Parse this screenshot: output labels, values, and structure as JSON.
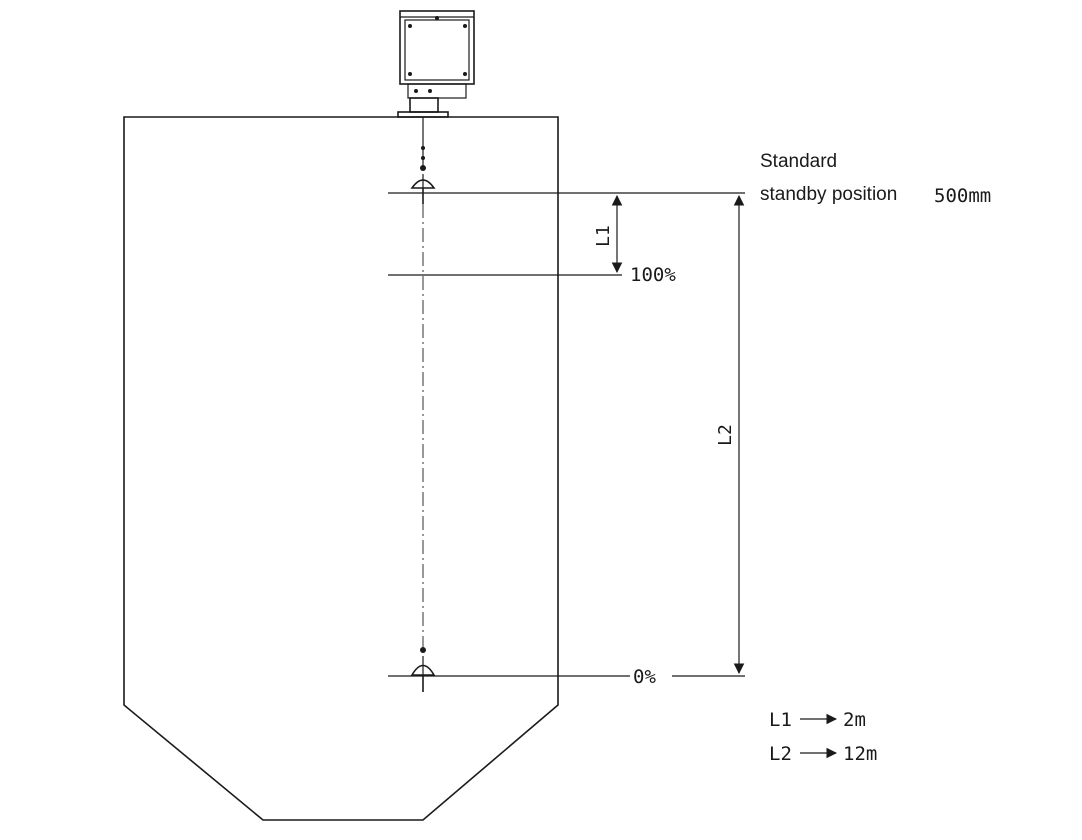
{
  "labels": {
    "standard": "Standard",
    "standby_position": "standby position",
    "standby_value": "500mm",
    "level_100": "100%",
    "level_0": "0%",
    "dim_l1": "L1",
    "dim_l2": "L2"
  },
  "legend": [
    {
      "key": "L1",
      "value": "2m"
    },
    {
      "key": "L2",
      "value": "12m"
    }
  ]
}
